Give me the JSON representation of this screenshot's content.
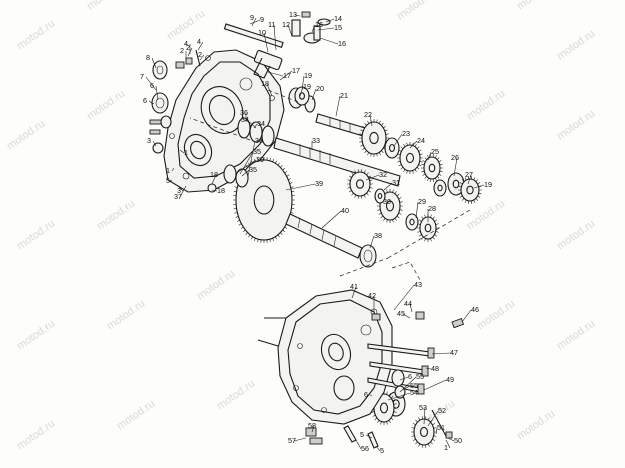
{
  "watermark": "motod.ru",
  "callouts": [
    "1",
    "2",
    "3",
    "4",
    "5",
    "6",
    "7",
    "8",
    "9",
    "10",
    "11",
    "12",
    "13",
    "14",
    "15",
    "16",
    "17",
    "18",
    "19",
    "20",
    "21",
    "22",
    "23",
    "24",
    "25",
    "26",
    "27",
    "28",
    "29",
    "30",
    "31",
    "32",
    "33",
    "34",
    "35",
    "36",
    "37",
    "38",
    "39",
    "40",
    "41",
    "42",
    "43",
    "44",
    "45",
    "46",
    "47",
    "48",
    "49",
    "50",
    "51",
    "52",
    "53",
    "54",
    "55",
    "56",
    "57",
    "58",
    "1",
    "2",
    "3",
    "4",
    "5",
    "6",
    "16",
    "17",
    "18",
    "19",
    "19",
    "36",
    "34",
    "35",
    "39",
    "6",
    "2",
    "18",
    "55",
    "5",
    "6",
    "1",
    "9"
  ]
}
